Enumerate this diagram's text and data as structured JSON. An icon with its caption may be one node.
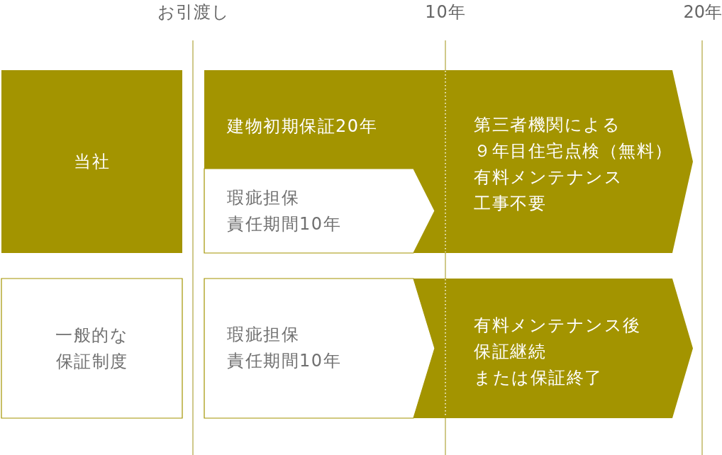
{
  "diagram": {
    "nodes": [
      {
        "text": [
          "当社"
        ]
      },
      {
        "text": [
          "建物初期保証20年",
          "第三者機関による９年目住宅点検（無料）有料メンテナンス工事不要"
        ]
      },
      {
        "text": [
          "瑕疵担保責任期間10年"
        ],
        "in": 1
      },
      {
        "text": [
          "一般的な保証制度"
        ]
      },
      {
        "text": [
          "瑕疵担保責任期間10年"
        ]
      },
      {
        "text": [
          "有料メンテナンス後保証継続または保証終了"
        ]
      }
    ],
    "labels": [
      "お引渡し",
      "10年",
      "20年"
    ]
  }
}
